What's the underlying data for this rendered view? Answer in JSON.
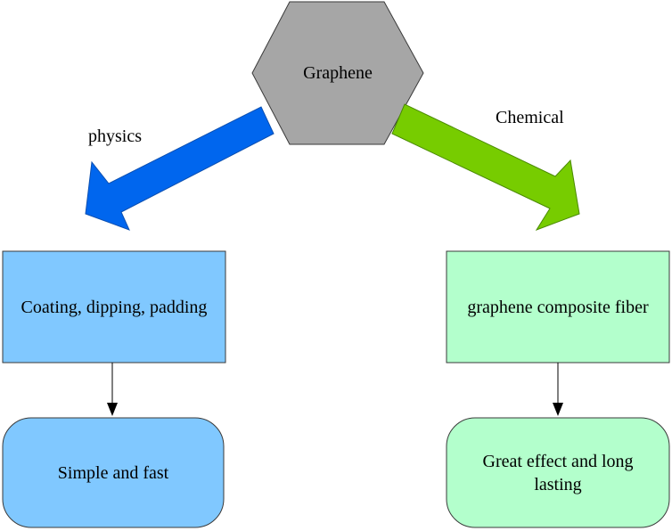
{
  "diagram": {
    "root": {
      "label": "Graphene",
      "shape": "hexagon",
      "fill": "#a6a6a6"
    },
    "branches": [
      {
        "edge_label": "physics",
        "arrow_color": "#0066ee",
        "process": {
          "label": "Coating, dipping, padding",
          "fill": "#80c8ff"
        },
        "result": {
          "label": "Simple and fast",
          "fill": "#80c8ff"
        }
      },
      {
        "edge_label": "Chemical",
        "arrow_color": "#77cc00",
        "process": {
          "label": "graphene composite fiber",
          "fill": "#b3ffcc"
        },
        "result": {
          "label": "Great effect and long lasting",
          "fill": "#b3ffcc"
        }
      }
    ],
    "border_color": "#3a3a3a"
  }
}
